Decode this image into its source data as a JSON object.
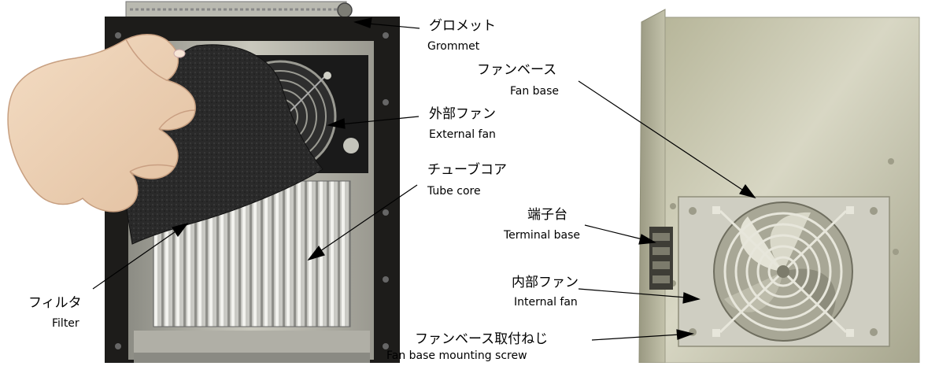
{
  "labels": {
    "grommet": {
      "jp": "グロメット",
      "en": "Grommet"
    },
    "fan_base": {
      "jp": "ファンベース",
      "en": "Fan base"
    },
    "external_fan": {
      "jp": "外部ファン",
      "en": "External fan"
    },
    "tube_core": {
      "jp": "チューブコア",
      "en": "Tube core"
    },
    "terminal_base": {
      "jp": "端子台",
      "en": "Terminal base"
    },
    "internal_fan": {
      "jp": "内部ファン",
      "en": "Internal fan"
    },
    "filter": {
      "jp": "フィルタ",
      "en": "Filter"
    },
    "fan_base_screw": {
      "jp": "ファンベース取付ねじ",
      "en": "Fan base mounting screw"
    }
  }
}
